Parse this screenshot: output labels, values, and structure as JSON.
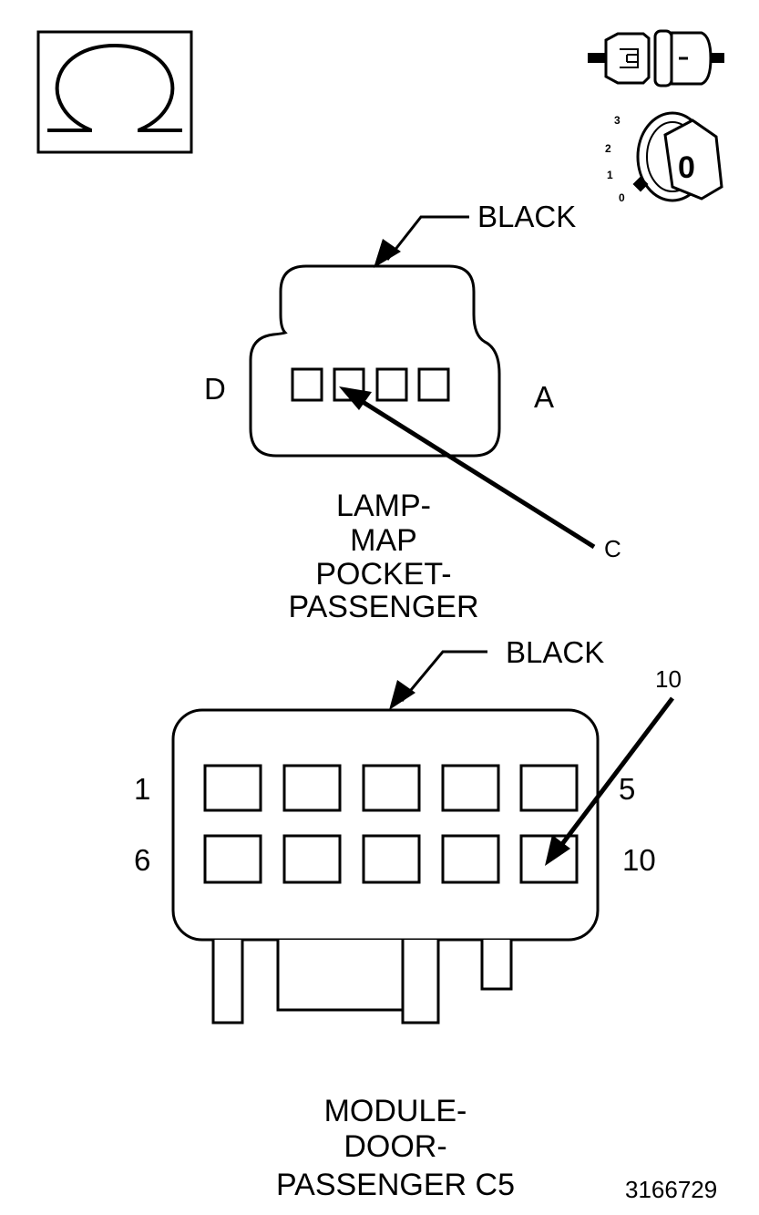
{
  "icons": {
    "ohmmeter": "ohm-symbol-icon",
    "connector": "connector-plug-icon",
    "ignition": "ignition-key-icon",
    "ignition_key_label": "0",
    "ignition_positions": [
      "3",
      "2",
      "1",
      "0"
    ]
  },
  "connector1": {
    "color_label": "BLACK",
    "pin_left": "D",
    "pin_right": "A",
    "callout_pin": "C",
    "title_lines": [
      "LAMP-",
      "MAP",
      "POCKET-",
      "PASSENGER"
    ]
  },
  "connector2": {
    "color_label": "BLACK",
    "callout_pin": "10",
    "row1_left": "1",
    "row1_right": "5",
    "row2_left": "6",
    "row2_right": "10",
    "title_lines": [
      "MODULE-",
      "DOOR-",
      "PASSENGER C5"
    ]
  },
  "figure_number": "3166729"
}
